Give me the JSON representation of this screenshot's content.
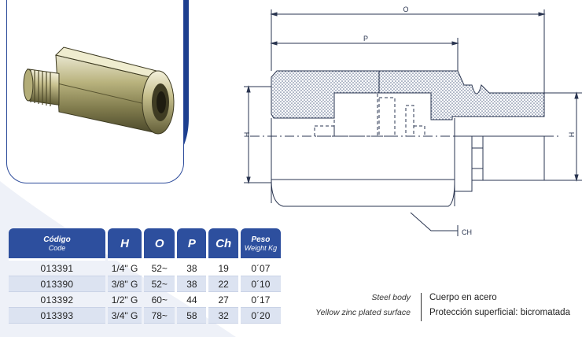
{
  "drawing": {
    "dim_overall": "O",
    "dim_length": "P",
    "dim_thread": "H",
    "dim_hex": "CH"
  },
  "table": {
    "headers": [
      {
        "main": "Código",
        "sub": "Code"
      },
      {
        "main": "H"
      },
      {
        "main": "O"
      },
      {
        "main": "P"
      },
      {
        "main": "Ch"
      },
      {
        "main": "Peso",
        "sub": "Weight Kg"
      }
    ],
    "rows": [
      [
        "013391",
        "1/4\" G",
        "52~",
        "38",
        "19",
        "0´07"
      ],
      [
        "013390",
        "3/8\" G",
        "52~",
        "38",
        "22",
        "0´10"
      ],
      [
        "013392",
        "1/2\" G",
        "60~",
        "44",
        "27",
        "0´17"
      ],
      [
        "013393",
        "3/4\" G",
        "78~",
        "58",
        "32",
        "0´20"
      ]
    ]
  },
  "notes": {
    "en_1": "Steel body",
    "en_2": "Yellow zinc plated surface",
    "es_1": "Cuerpo en acero",
    "es_2": "Protección superficial: bicromatada"
  },
  "colors": {
    "header_blue": "#2d4f9e",
    "row_alt": "#dce3f1",
    "frame_blue": "#2b4a9a",
    "swoosh": "#eef1f8"
  }
}
